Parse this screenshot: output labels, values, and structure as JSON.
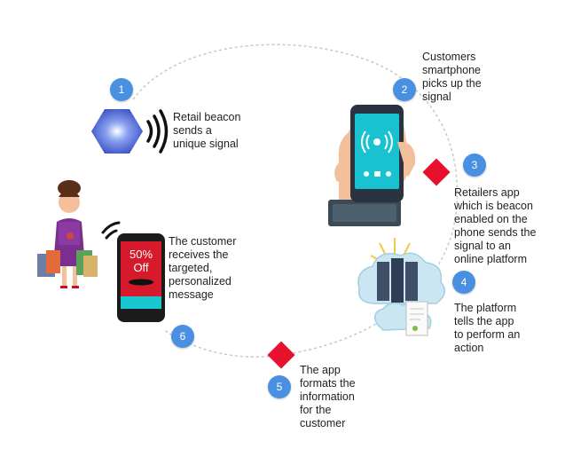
{
  "colors": {
    "circle_dash": "#c8c8c8",
    "step_badge": "#4a90e2",
    "diamond": "#e8112d",
    "beacon": "#4c6fd8",
    "phone_screen_text": "#ffffff",
    "offer_bg": "#d6192b",
    "offer_bar": "#19c7d0"
  },
  "steps": [
    {
      "number": "1",
      "text": "Retail beacon\nsends a\nunique signal"
    },
    {
      "number": "2",
      "text": "Customers\nsmartphone\npicks up the\nsignal"
    },
    {
      "number": "3",
      "text": "Retailers app\nwhich is beacon\nenabled on the\nphone sends the\nsignal to an\nonline platform"
    },
    {
      "number": "4",
      "text": "The platform\ntells the app\nto perform an\naction"
    },
    {
      "number": "5",
      "text": "The app\nformats the\ninformation\nfor the\ncustomer"
    },
    {
      "number": "6",
      "text": "The customer\nreceives the\ntargeted,\npersonalized\nmessage"
    }
  ],
  "offer": {
    "line1": "50%",
    "line2": "Off"
  },
  "icons": {
    "beacon": "hexagon-beacon-icon",
    "signal": "signal-waves-icon",
    "phone_hand": "hand-holding-phone-icon",
    "cloud_server": "cloud-server-icon",
    "shopper": "woman-shopper-icon",
    "offer_phone": "offer-phone-icon",
    "diamond": "red-diamond-icon"
  }
}
